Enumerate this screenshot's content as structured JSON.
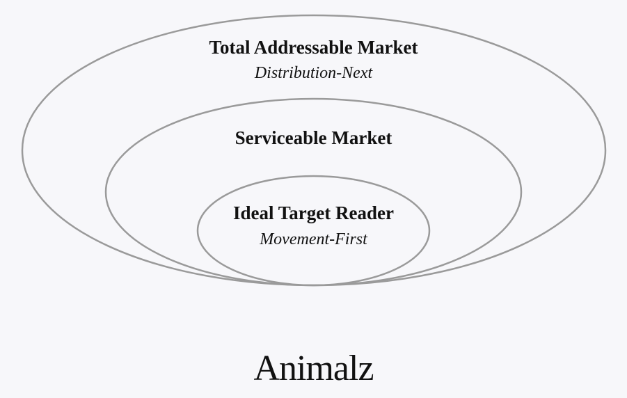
{
  "diagram": {
    "stroke_color": "#9a9a9a",
    "background": "#f7f7fa",
    "rings": [
      {
        "title": "Total Addressable Market",
        "subtitle": "Distribution-Next"
      },
      {
        "title": "Serviceable Market"
      },
      {
        "title": "Ideal Target Reader",
        "subtitle": "Movement-First"
      }
    ]
  },
  "logo": {
    "text": "Animalz"
  }
}
